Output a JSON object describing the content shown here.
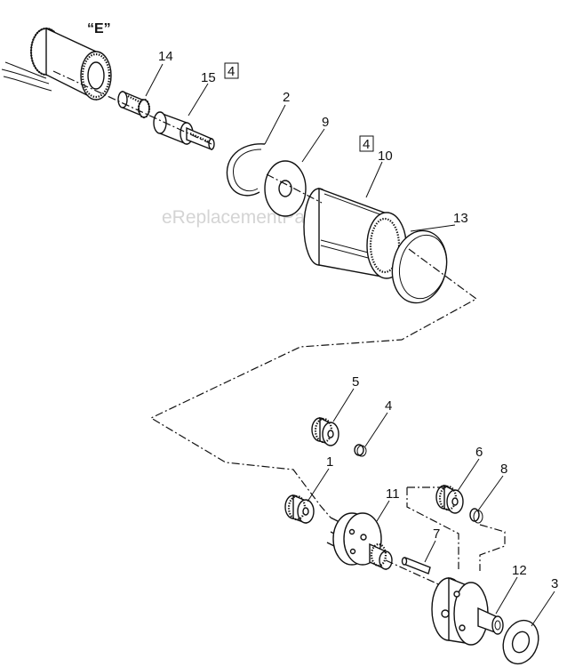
{
  "title": "",
  "watermark": "eReplacementParts.com",
  "view_label": "“E”",
  "note_labels": [
    "4",
    "4"
  ],
  "callouts": [
    {
      "id": "14",
      "text": "14"
    },
    {
      "id": "15",
      "text": "15"
    },
    {
      "id": "2",
      "text": "2"
    },
    {
      "id": "9",
      "text": "9"
    },
    {
      "id": "10",
      "text": "10"
    },
    {
      "id": "13",
      "text": "13"
    },
    {
      "id": "5",
      "text": "5"
    },
    {
      "id": "4",
      "text": "4"
    },
    {
      "id": "1",
      "text": "1"
    },
    {
      "id": "11",
      "text": "11"
    },
    {
      "id": "6",
      "text": "6"
    },
    {
      "id": "8",
      "text": "8"
    },
    {
      "id": "7",
      "text": "7"
    },
    {
      "id": "12",
      "text": "12"
    },
    {
      "id": "3",
      "text": "3"
    }
  ]
}
